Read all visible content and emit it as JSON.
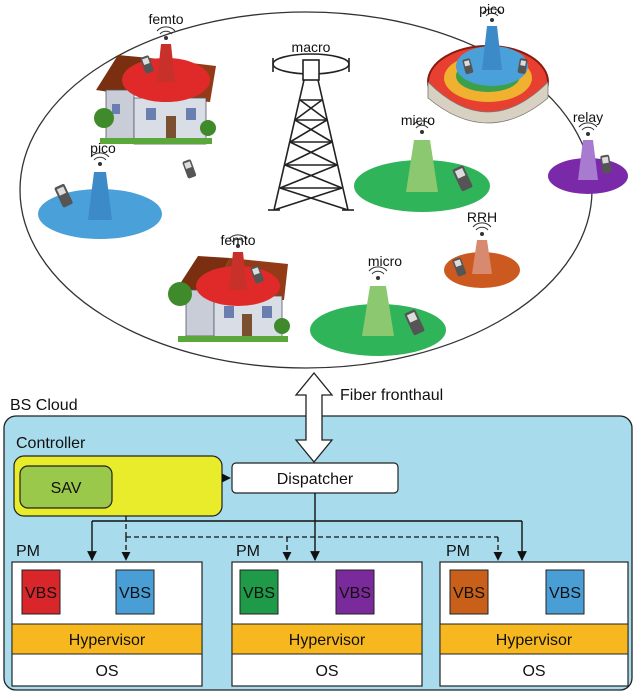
{
  "network": {
    "cells": {
      "femto_top": "femto",
      "pico_top": "pico",
      "macro": "macro",
      "pico_left": "pico",
      "micro_mid": "micro",
      "relay": "relay",
      "rrh": "RRH",
      "femto_bottom": "femto",
      "micro_bottom": "micro"
    },
    "fronthaul_label": "Fiber fronthaul"
  },
  "cloud": {
    "title": "BS Cloud",
    "controller_label": "Controller",
    "sav_label": "SAV",
    "dispatcher_label": "Dispatcher",
    "pms": [
      {
        "label": "PM",
        "vbs_left": "VBS",
        "vbs_right": "VBS",
        "hypervisor": "Hypervisor",
        "os": "OS"
      },
      {
        "label": "PM",
        "vbs_left": "VBS",
        "vbs_right": "VBS",
        "hypervisor": "Hypervisor",
        "os": "OS"
      },
      {
        "label": "PM",
        "vbs_left": "VBS",
        "vbs_right": "VBS",
        "hypervisor": "Hypervisor",
        "os": "OS"
      }
    ]
  },
  "colors": {
    "cloud_bg": "#a8dcec",
    "controller_bg": "#e8ec2a",
    "sav_bg": "#9ac84a",
    "hypervisor_bg": "#f6b81e",
    "vbs_red": "#d9262a",
    "vbs_blue": "#4a9ed6",
    "vbs_green": "#1e9a48",
    "vbs_purple": "#7a2a9a",
    "vbs_orange": "#c8601a"
  }
}
